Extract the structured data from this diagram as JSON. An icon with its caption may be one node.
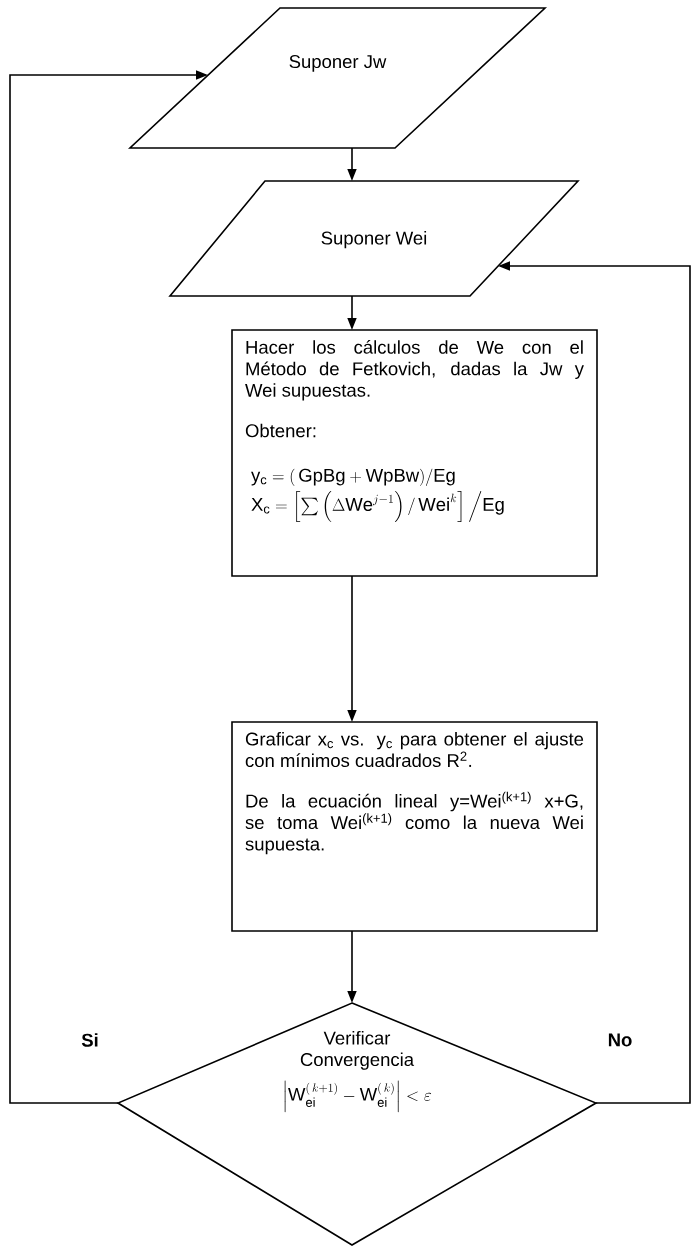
{
  "diagram": {
    "nodes": [
      {
        "text": [
          "Suponer Jw"
        ]
      },
      {
        "text": [
          "Suponer Wei"
        ]
      },
      {
        "text": [
          "Hacer los cálculos de We con el Método de Fetkovich, dadas la Jw y Wei supuestas.",
          "Obtener:",
          "\\mathrm{y}_{\\mathrm{c}} = (\\,\\mathrm{GpBg} + \\mathrm{WpBw})/\\mathrm{Eg}",
          "\\mathrm{X}_{\\mathrm{c}} = \\left[\\sum\\left(\\Delta \\mathrm{We}^{j-1}\\right)/\\,\\mathrm{Wei}^{k}\\right]\\Big/\\mathrm{Eg}"
        ]
      },
      {
        "text": [
          "Graficar x$_{c}$ vs. y$_{c}$ para obtener el ajuste con mínimos cuadrados R$^{2}$.",
          "De la ecuación lineal y=Wei$^{(k+1)}$ x+G, se toma Wei$^{(k+1)}$ como la nueva Wei supuesta."
        ]
      },
      {
        "text": [
          "Verificar Convergencia",
          "\\left|\\mathrm{W}_{\\mathrm{ei}}^{(\\,k+1)} - \\mathrm{W}_{\\mathrm{ei}}^{(\\,k)}\\right| < \\varepsilon"
        ]
      }
    ],
    "edges": [
      {
        "from": 0,
        "to": 1,
        "arrow": "to"
      },
      {
        "from": 1,
        "to": 2,
        "arrow": "to"
      },
      {
        "from": 2,
        "to": 3,
        "arrow": "to"
      },
      {
        "from": 3,
        "to": 4,
        "arrow": "to"
      },
      {
        "from": 4,
        "to": 0,
        "arrow": "to",
        "label": "Si"
      },
      {
        "from": 4,
        "to": 1,
        "arrow": "to",
        "label": "No"
      }
    ]
  }
}
